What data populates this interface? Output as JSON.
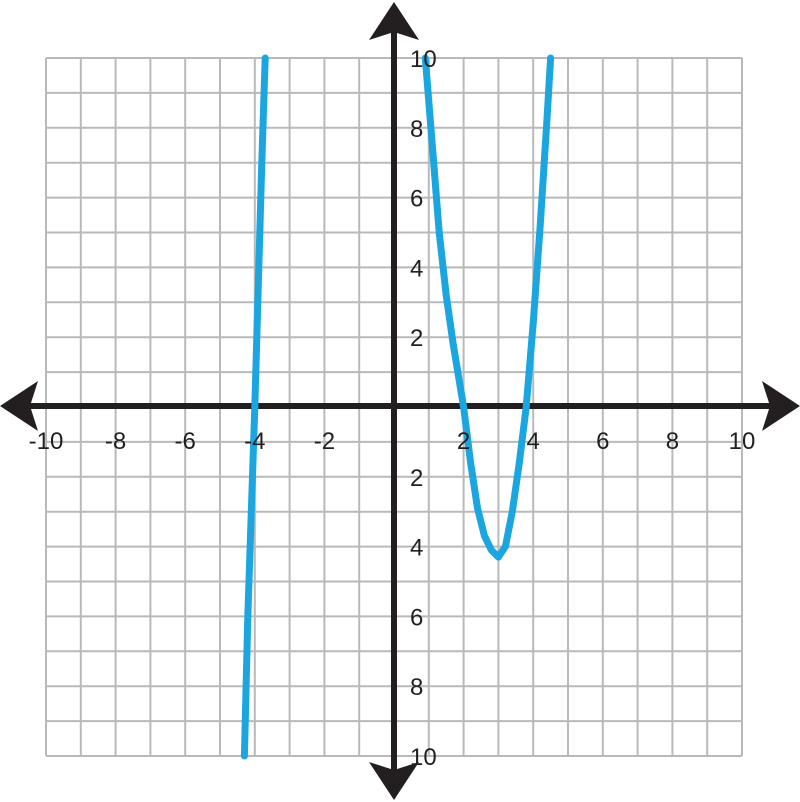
{
  "chart_data": {
    "type": "line",
    "title": "",
    "xlabel": "",
    "ylabel": "",
    "xlim": [
      -10,
      10
    ],
    "ylim": [
      -10,
      10
    ],
    "grid": true,
    "grid_step": 1,
    "x_ticks": [
      {
        "value": -10,
        "label": "-10"
      },
      {
        "value": -8,
        "label": "-8"
      },
      {
        "value": -6,
        "label": "-6"
      },
      {
        "value": -4,
        "label": "-4"
      },
      {
        "value": -2,
        "label": "-2"
      },
      {
        "value": 2,
        "label": "2"
      },
      {
        "value": 4,
        "label": "4"
      },
      {
        "value": 6,
        "label": "6"
      },
      {
        "value": 8,
        "label": "8"
      },
      {
        "value": 10,
        "label": "10"
      }
    ],
    "y_ticks": [
      {
        "value": 10,
        "label": "10"
      },
      {
        "value": 8,
        "label": "8"
      },
      {
        "value": 6,
        "label": "6"
      },
      {
        "value": 4,
        "label": "4"
      },
      {
        "value": 2,
        "label": "2"
      },
      {
        "value": -2,
        "label": "2"
      },
      {
        "value": -4,
        "label": "4"
      },
      {
        "value": -6,
        "label": "6"
      },
      {
        "value": -8,
        "label": "8"
      },
      {
        "value": -10,
        "label": "10"
      }
    ],
    "series": [
      {
        "color": "#1ba6e0",
        "x": [
          -4.3,
          -4.2,
          -4.1,
          -4.0,
          -3.9,
          -3.8,
          -3.7
        ],
        "y": [
          -10.0,
          -6.0,
          -3.0,
          0.0,
          3.5,
          7.0,
          10.0
        ]
      },
      {
        "color": "#1ba6e0",
        "x": [
          0.9,
          1.1,
          1.3,
          1.5,
          1.7,
          2.0,
          2.2,
          2.4,
          2.6,
          2.8,
          3.0,
          3.2,
          3.4,
          3.6,
          3.8,
          4.0,
          4.2,
          4.4,
          4.5
        ],
        "y": [
          10.0,
          7.5,
          5.0,
          3.2,
          1.8,
          0.0,
          -1.6,
          -2.9,
          -3.7,
          -4.1,
          -4.3,
          -4.0,
          -3.0,
          -1.6,
          0.0,
          2.4,
          5.2,
          8.3,
          10.0
        ]
      }
    ]
  }
}
